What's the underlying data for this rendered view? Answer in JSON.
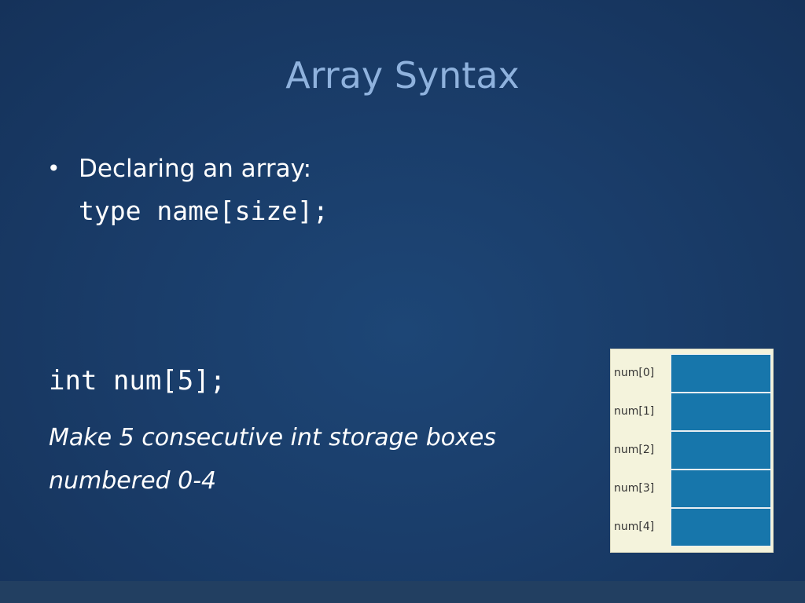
{
  "slide": {
    "title": "Array Syntax",
    "bullet": {
      "glyph": "•",
      "text": "Declaring an array:",
      "code": "type name[size];"
    },
    "declaration": "int num[5];",
    "description": "Make 5 consecutive int storage boxes numbered 0-4",
    "array_figure": {
      "cells": [
        "num[0]",
        "num[1]",
        "num[2]",
        "num[3]",
        "num[4]"
      ]
    }
  },
  "colors": {
    "background": "#1a3d6a",
    "title": "#8fb2dd",
    "text": "#ffffff",
    "figure_background": "#f4f3dc",
    "cell_fill": "#1776ab"
  }
}
